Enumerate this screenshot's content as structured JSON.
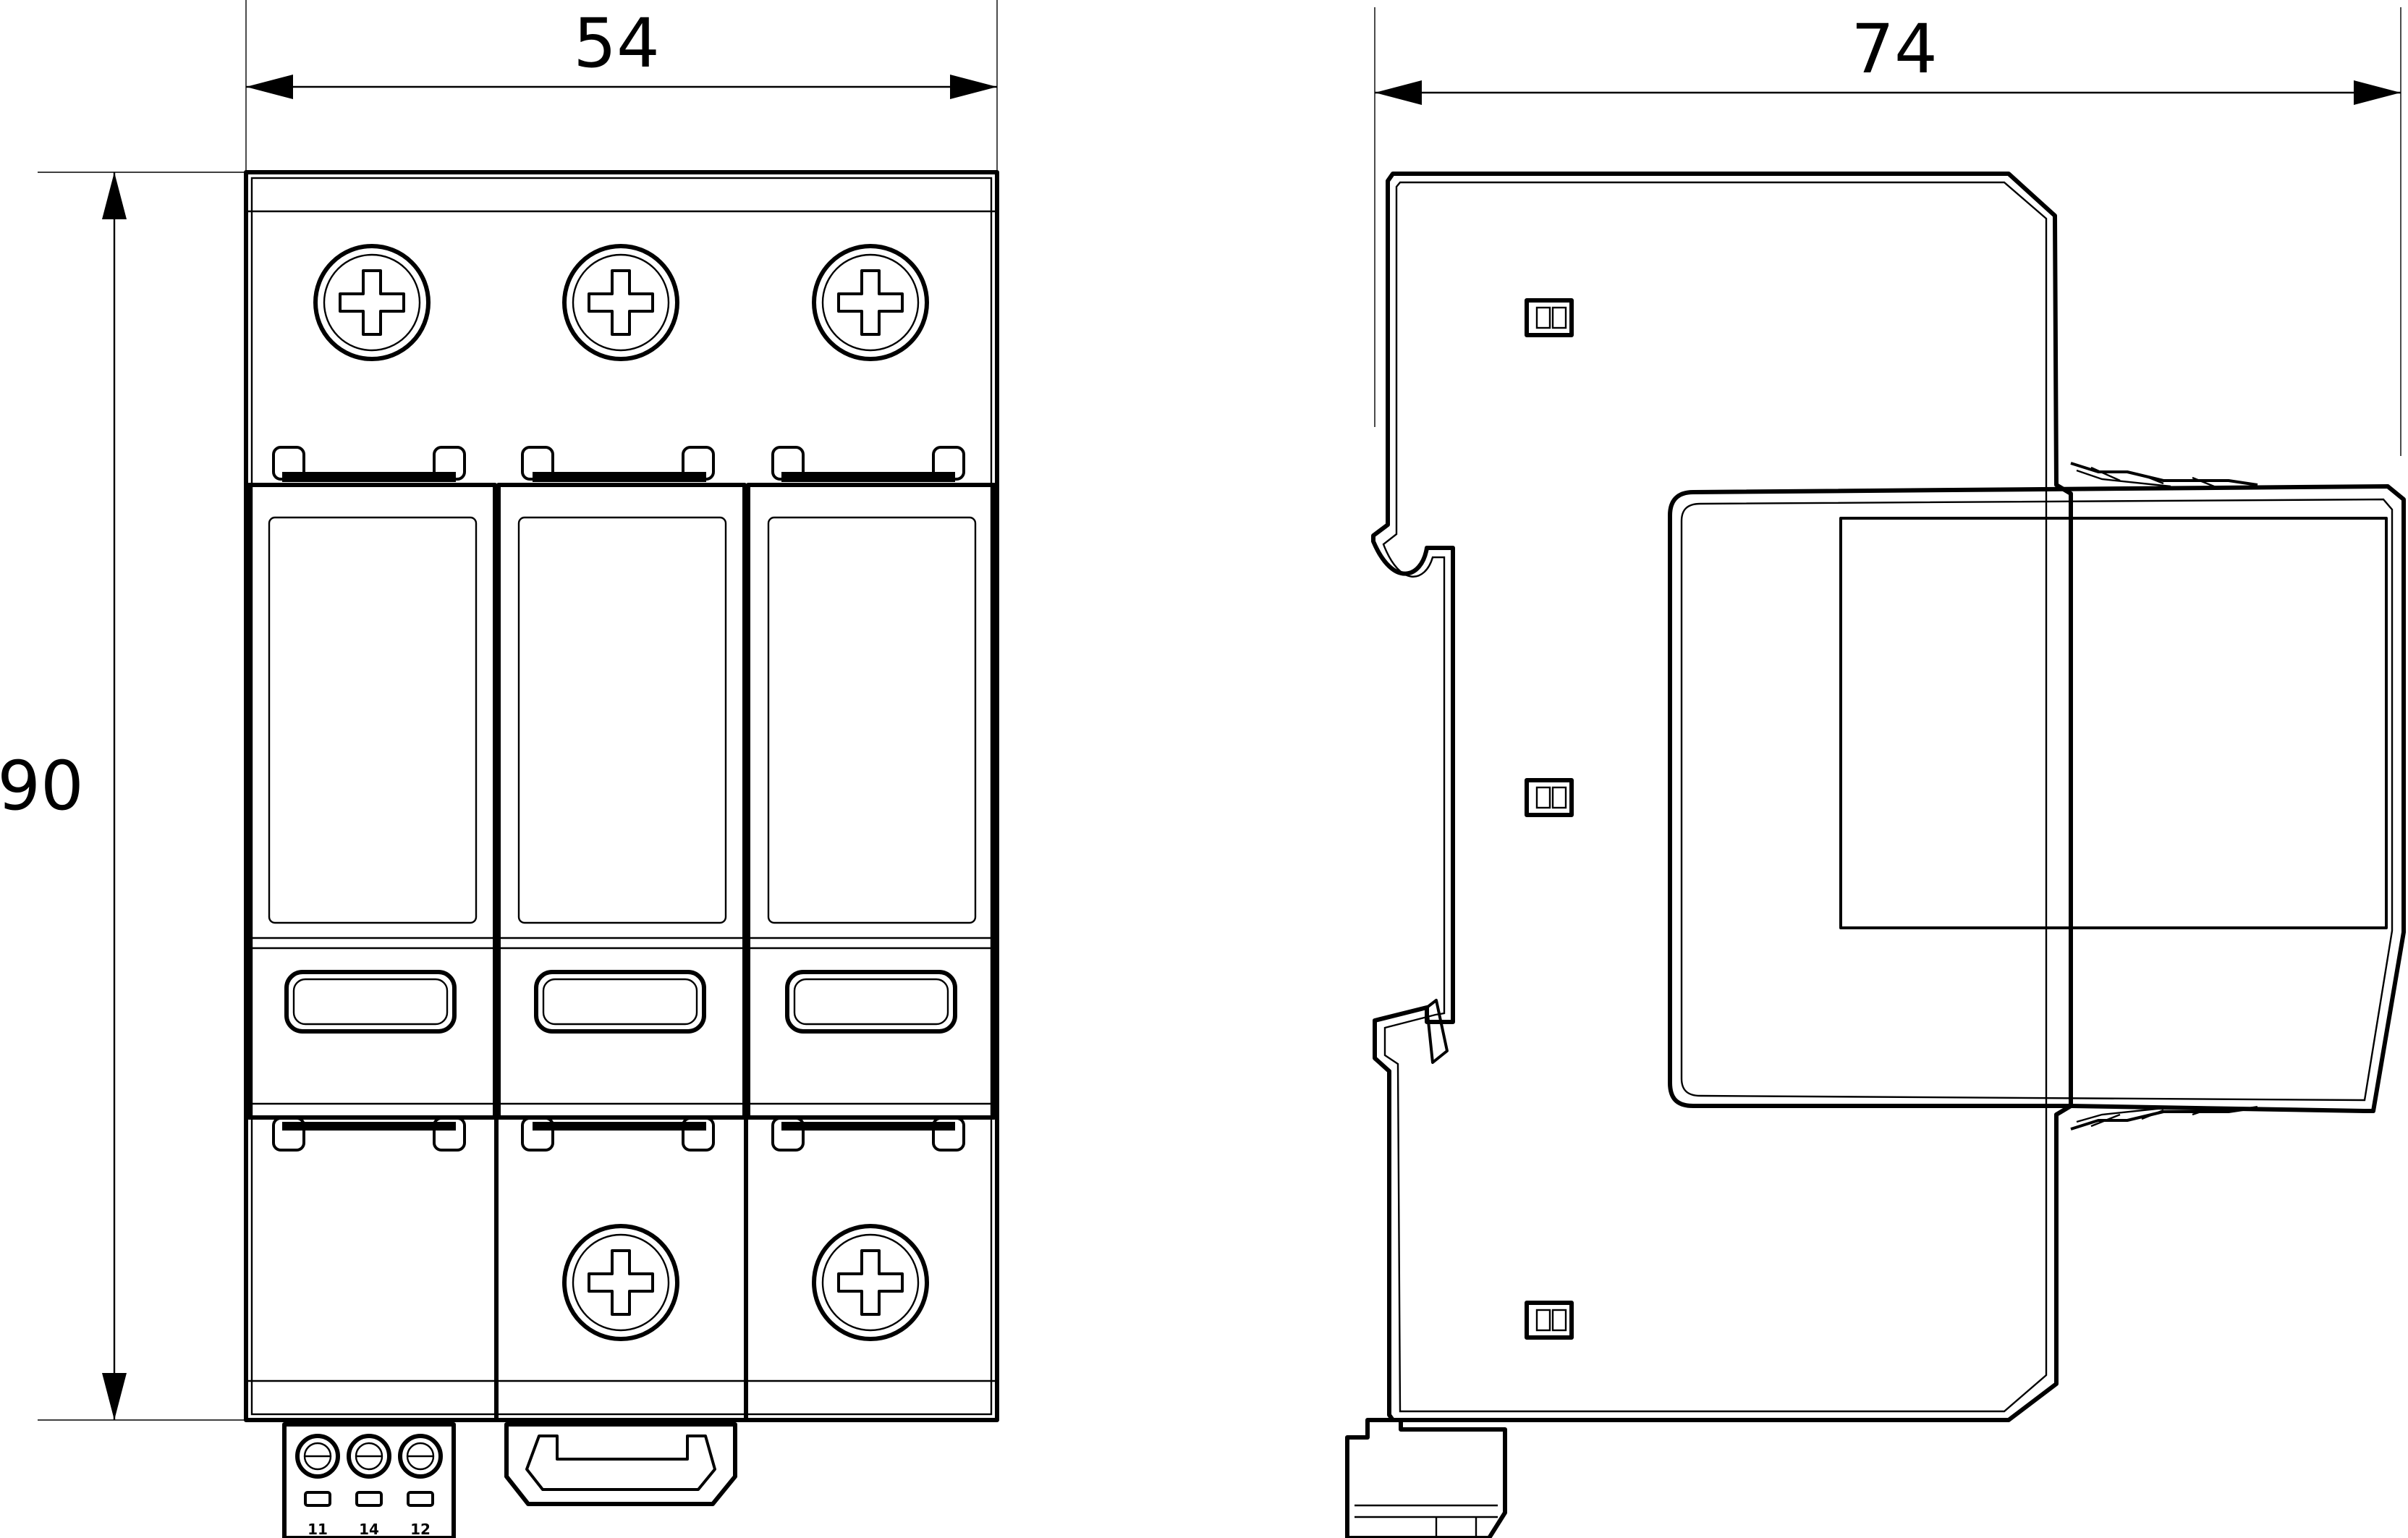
{
  "dimensions": {
    "front_width": "54",
    "side_depth": "74",
    "height": "90"
  },
  "terminal_markings": [
    "11",
    "14",
    "12"
  ]
}
